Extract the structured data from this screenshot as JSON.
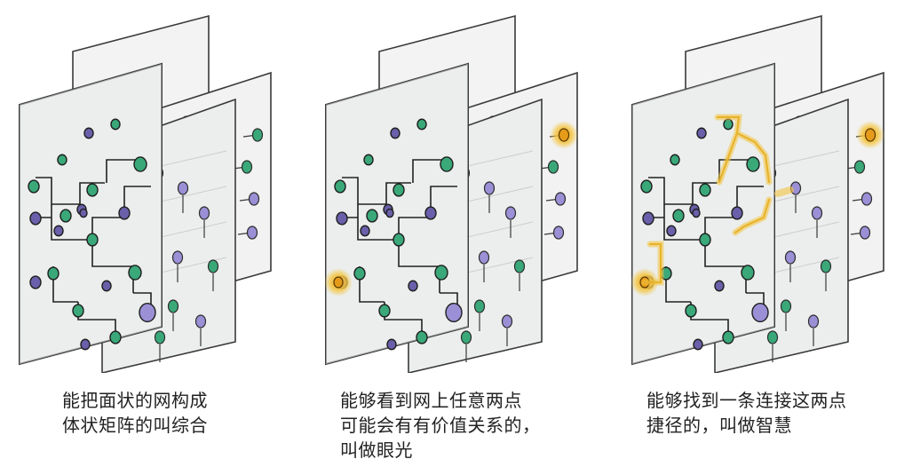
{
  "panels": [
    {
      "id": "synthesis",
      "caption": [
        "能把面状的网构成",
        "体状矩阵的叫综合"
      ],
      "highlight": "none"
    },
    {
      "id": "vision",
      "caption": [
        "能够看到网上任意两点",
        "可能会有有价值关系的，",
        "叫做眼光"
      ],
      "highlight": "points"
    },
    {
      "id": "wisdom",
      "caption": [
        "能够找到一条连接这两点",
        "捷径的，叫做智慧"
      ],
      "highlight": "path"
    }
  ],
  "colors": {
    "sheet": "#eef0ef",
    "sheet_stroke": "#3a3a3a",
    "green": "#3aa879",
    "purple": "#9b8fd6",
    "dark_purple": "#6a5faa",
    "gray_node": "#9aa3a0",
    "glow": "#f4c542",
    "glow_core": "#e59a1a"
  }
}
